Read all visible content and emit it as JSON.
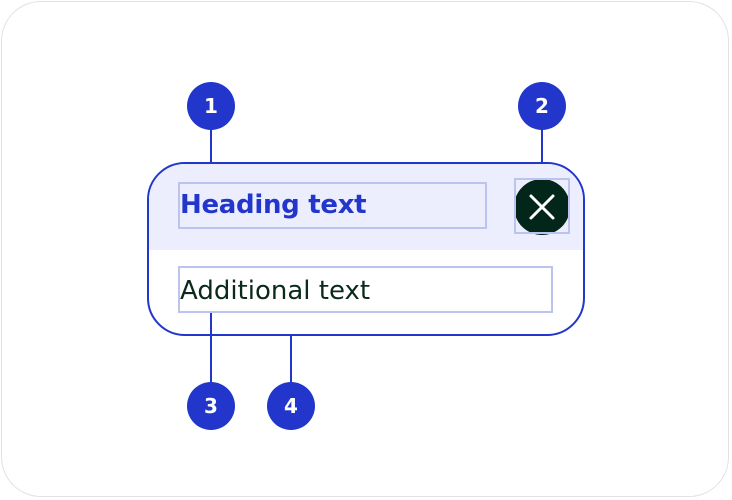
{
  "component": {
    "heading": "Heading text",
    "additional": "Additional text",
    "close_icon": "close-icon"
  },
  "callouts": [
    "1",
    "2",
    "3",
    "4"
  ],
  "colors": {
    "accent": "#2236cc",
    "header_bg": "#eceefd",
    "close_bg": "#02261a",
    "text": "#0b2a1c",
    "guide": "#bcc3f0"
  }
}
